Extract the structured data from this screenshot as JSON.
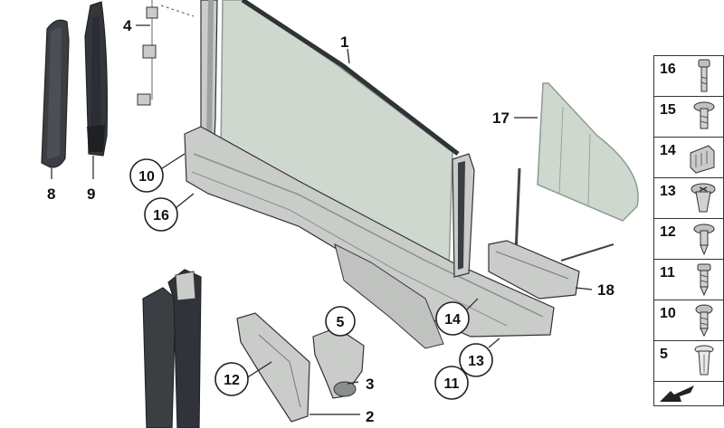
{
  "colors": {
    "glass": "#cfd8cf",
    "glass_edge": "#8f9a90",
    "frame": "#c9ccc9",
    "trim_dark": "#3b3f44",
    "metal": "#bfc2bf",
    "outline": "#222222"
  },
  "callouts": {
    "p1": "1",
    "p2": "2",
    "p3": "3",
    "p4": "4",
    "p5": "5",
    "p8": "8",
    "p9": "9",
    "p10": "10",
    "p11": "11",
    "p12": "12",
    "p13": "13",
    "p14": "14",
    "p16": "16",
    "p17": "17",
    "p18": "18"
  },
  "legend": [
    {
      "num": "16",
      "icon": "bolt-icon"
    },
    {
      "num": "15",
      "icon": "flange-screw-icon"
    },
    {
      "num": "14",
      "icon": "clip-icon"
    },
    {
      "num": "13",
      "icon": "expanding-nut-icon"
    },
    {
      "num": "12",
      "icon": "collar-screw-icon"
    },
    {
      "num": "11",
      "icon": "self-tapping-screw-icon"
    },
    {
      "num": "10",
      "icon": "tapping-screw-icon"
    },
    {
      "num": "5",
      "icon": "plastic-rivet-icon"
    },
    {
      "num": "",
      "icon": "catalog-arrow-icon"
    }
  ]
}
